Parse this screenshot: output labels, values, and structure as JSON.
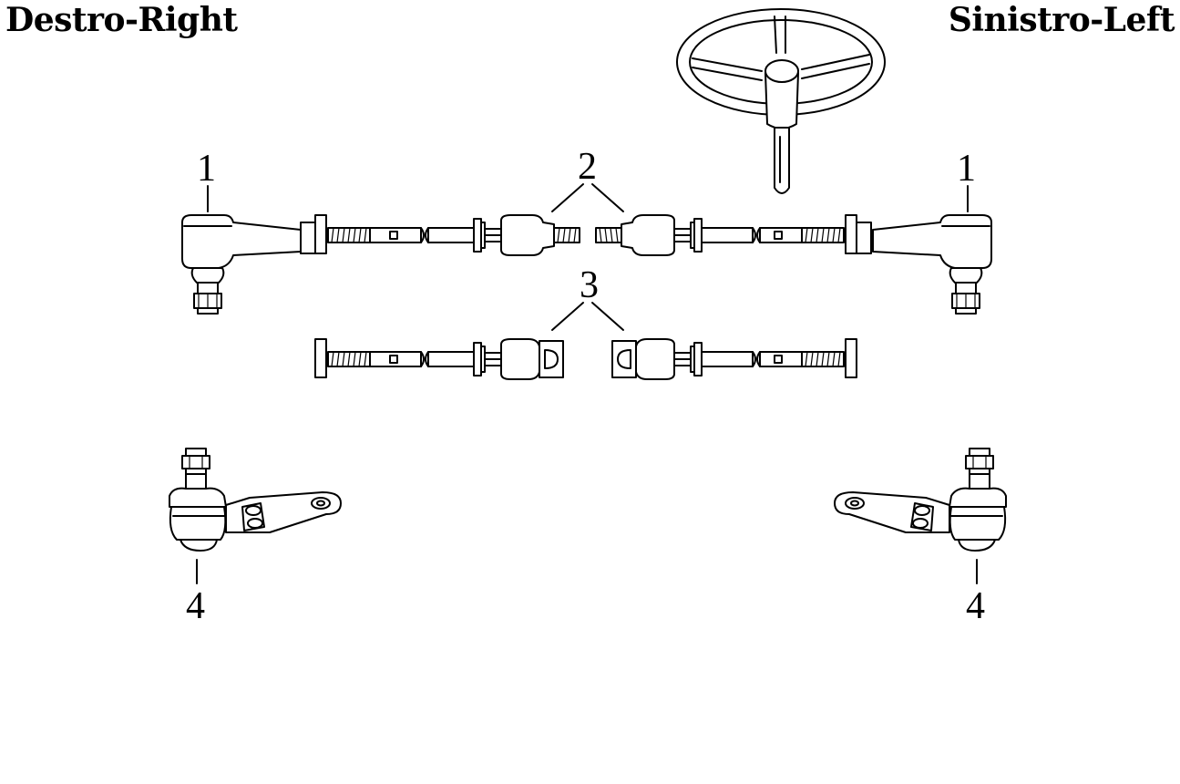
{
  "headings": {
    "right_side": "Destro-Right",
    "left_side": "Sinistro-Left"
  },
  "callouts": {
    "tie_rod_end_left": "1",
    "tie_rod_end_right": "1",
    "axial_joint": "2",
    "rack_joint": "3",
    "ball_joint_left": "4",
    "ball_joint_right": "4"
  },
  "colors": {
    "line": "#000000",
    "background": "#ffffff"
  }
}
